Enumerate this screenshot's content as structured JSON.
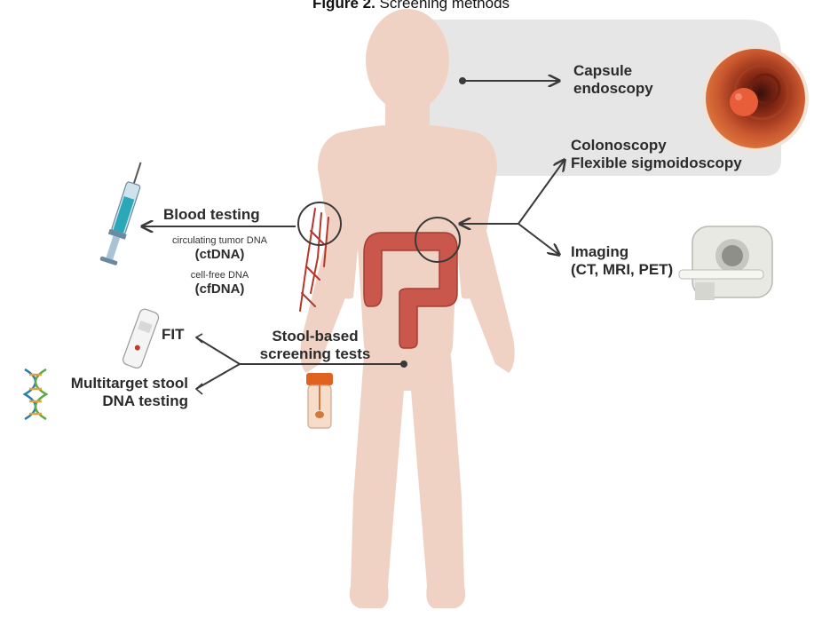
{
  "caption": {
    "prefix": "Figure 2.",
    "text": "Screening methods"
  },
  "labels": {
    "capsule_1": "Capsule",
    "capsule_2": "endoscopy",
    "colonoscopy": "Colonoscopy",
    "sigmoidoscopy": "Flexible sigmoidoscopy",
    "imaging_1": "Imaging",
    "imaging_2": "(CT, MRI, PET)",
    "blood": "Blood testing",
    "ctdna_desc": "circulating tumor DNA",
    "ctdna": "(ctDNA)",
    "cfdna_desc": "cell-free DNA",
    "cfdna": "(cfDNA)",
    "fit": "FIT",
    "stool_1": "Stool-based",
    "stool_2": "screening tests",
    "multitarget_1": "Multitarget stool",
    "multitarget_2": "DNA testing"
  },
  "icons": [
    "body-silhouette",
    "colon-organ",
    "endoscopy-view-icon",
    "ct-scanner-icon",
    "syringe-icon",
    "fit-test-icon",
    "dna-helix-icon",
    "stool-container-icon"
  ],
  "colors": {
    "body": "#f0d2c4",
    "panel": "#e6e6e6",
    "line": "#3a3a3a",
    "colon": "#c9574b",
    "vein": "#b8352a"
  }
}
